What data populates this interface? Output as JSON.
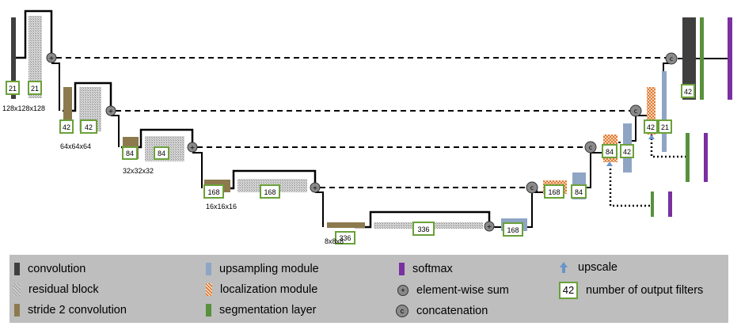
{
  "colors": {
    "convolution": "#3f3f3f",
    "residual": "#cfcfcf",
    "stride2": "#8c7a4e",
    "upsampling": "#8fa5c4",
    "localization": "#e07b35",
    "segmentation": "#58913c",
    "softmax": "#7a30a0",
    "filter_border": "#6aa13a"
  },
  "resolutions": [
    "128x128x128",
    "64x64x64",
    "32x32x32",
    "16x16x16",
    "8x8x8"
  ],
  "filters": {
    "l1_conv": "21",
    "l1_res": "21",
    "l2_conv": "42",
    "l2_res": "42",
    "l3_conv": "84",
    "l3_res": "84",
    "l4_conv": "168",
    "l4_res": "168",
    "l5_conv": "336",
    "l5_res": "336",
    "b_up": "168",
    "d4_loc": "168",
    "d4_up": "84",
    "d3_loc": "84",
    "d3_up": "42",
    "d2_loc": "42",
    "d2_up": "21",
    "out_conv": "42"
  },
  "legend": {
    "convolution": "convolution",
    "residual_block": "residual block",
    "stride2": "stride 2 convolution",
    "upsampling": "upsampling module",
    "localization": "localization module",
    "segmentation": "segmentation layer",
    "softmax": "softmax",
    "elementwise_sum": "element-wise sum",
    "concatenation": "concatenation",
    "upscale": "upscale",
    "filters": "number of output filters",
    "filters_sample": "42",
    "sum_symbol": "+",
    "cat_symbol": "c"
  }
}
